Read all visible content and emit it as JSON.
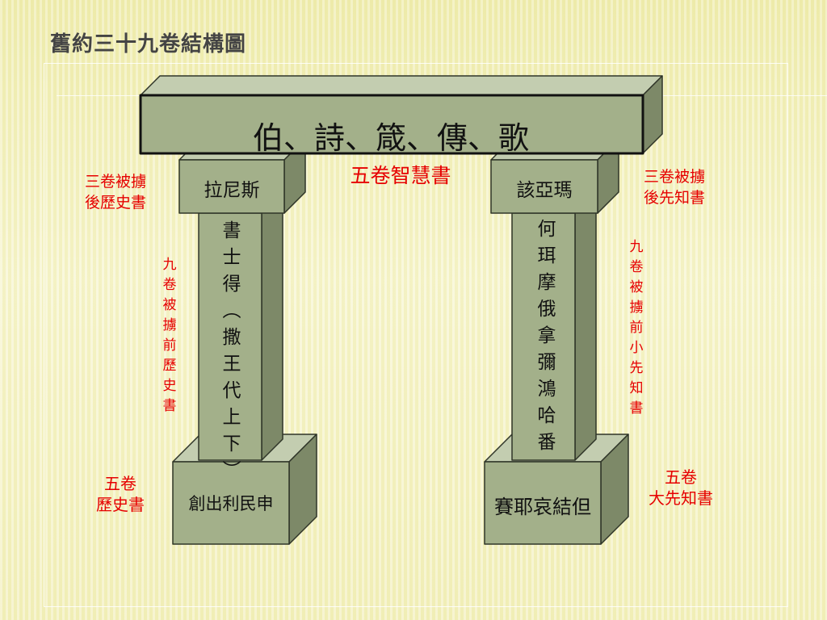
{
  "title": "舊約三十九卷結構圖",
  "beam": "伯、詩、箴、傳、歌",
  "wisdom_label": "五卷智慧書",
  "left_pillar": {
    "cap": "拉尼斯",
    "shaft": [
      "書",
      "士",
      "得",
      "︵",
      "撒",
      "王",
      "代",
      "上",
      "下",
      "︶"
    ],
    "base": "創出利民申"
  },
  "right_pillar": {
    "cap": "該亞瑪",
    "shaft": [
      "何",
      "珥",
      "摩",
      "俄",
      "拿",
      "彌",
      "鴻",
      "哈",
      "番"
    ],
    "base": "賽耶哀結但"
  },
  "annotations": {
    "left_top": [
      "三卷被擄",
      "後歷史書"
    ],
    "left_mid": [
      "九",
      "卷",
      "被",
      "擄",
      "前",
      "歷",
      "史",
      "書"
    ],
    "left_bottom": [
      "五卷",
      "歷史書"
    ],
    "right_top": [
      "三卷被擄",
      "後先知書"
    ],
    "right_mid": [
      "九",
      "卷",
      "被",
      "擄",
      "前",
      "小",
      "先",
      "知",
      "書"
    ],
    "right_bottom": [
      "五卷",
      "大先知書"
    ]
  },
  "colors": {
    "block_front": "#a3b08a",
    "block_top": "#c3cdb0",
    "block_side": "#7d8968",
    "annotation_red": "#e60000"
  }
}
